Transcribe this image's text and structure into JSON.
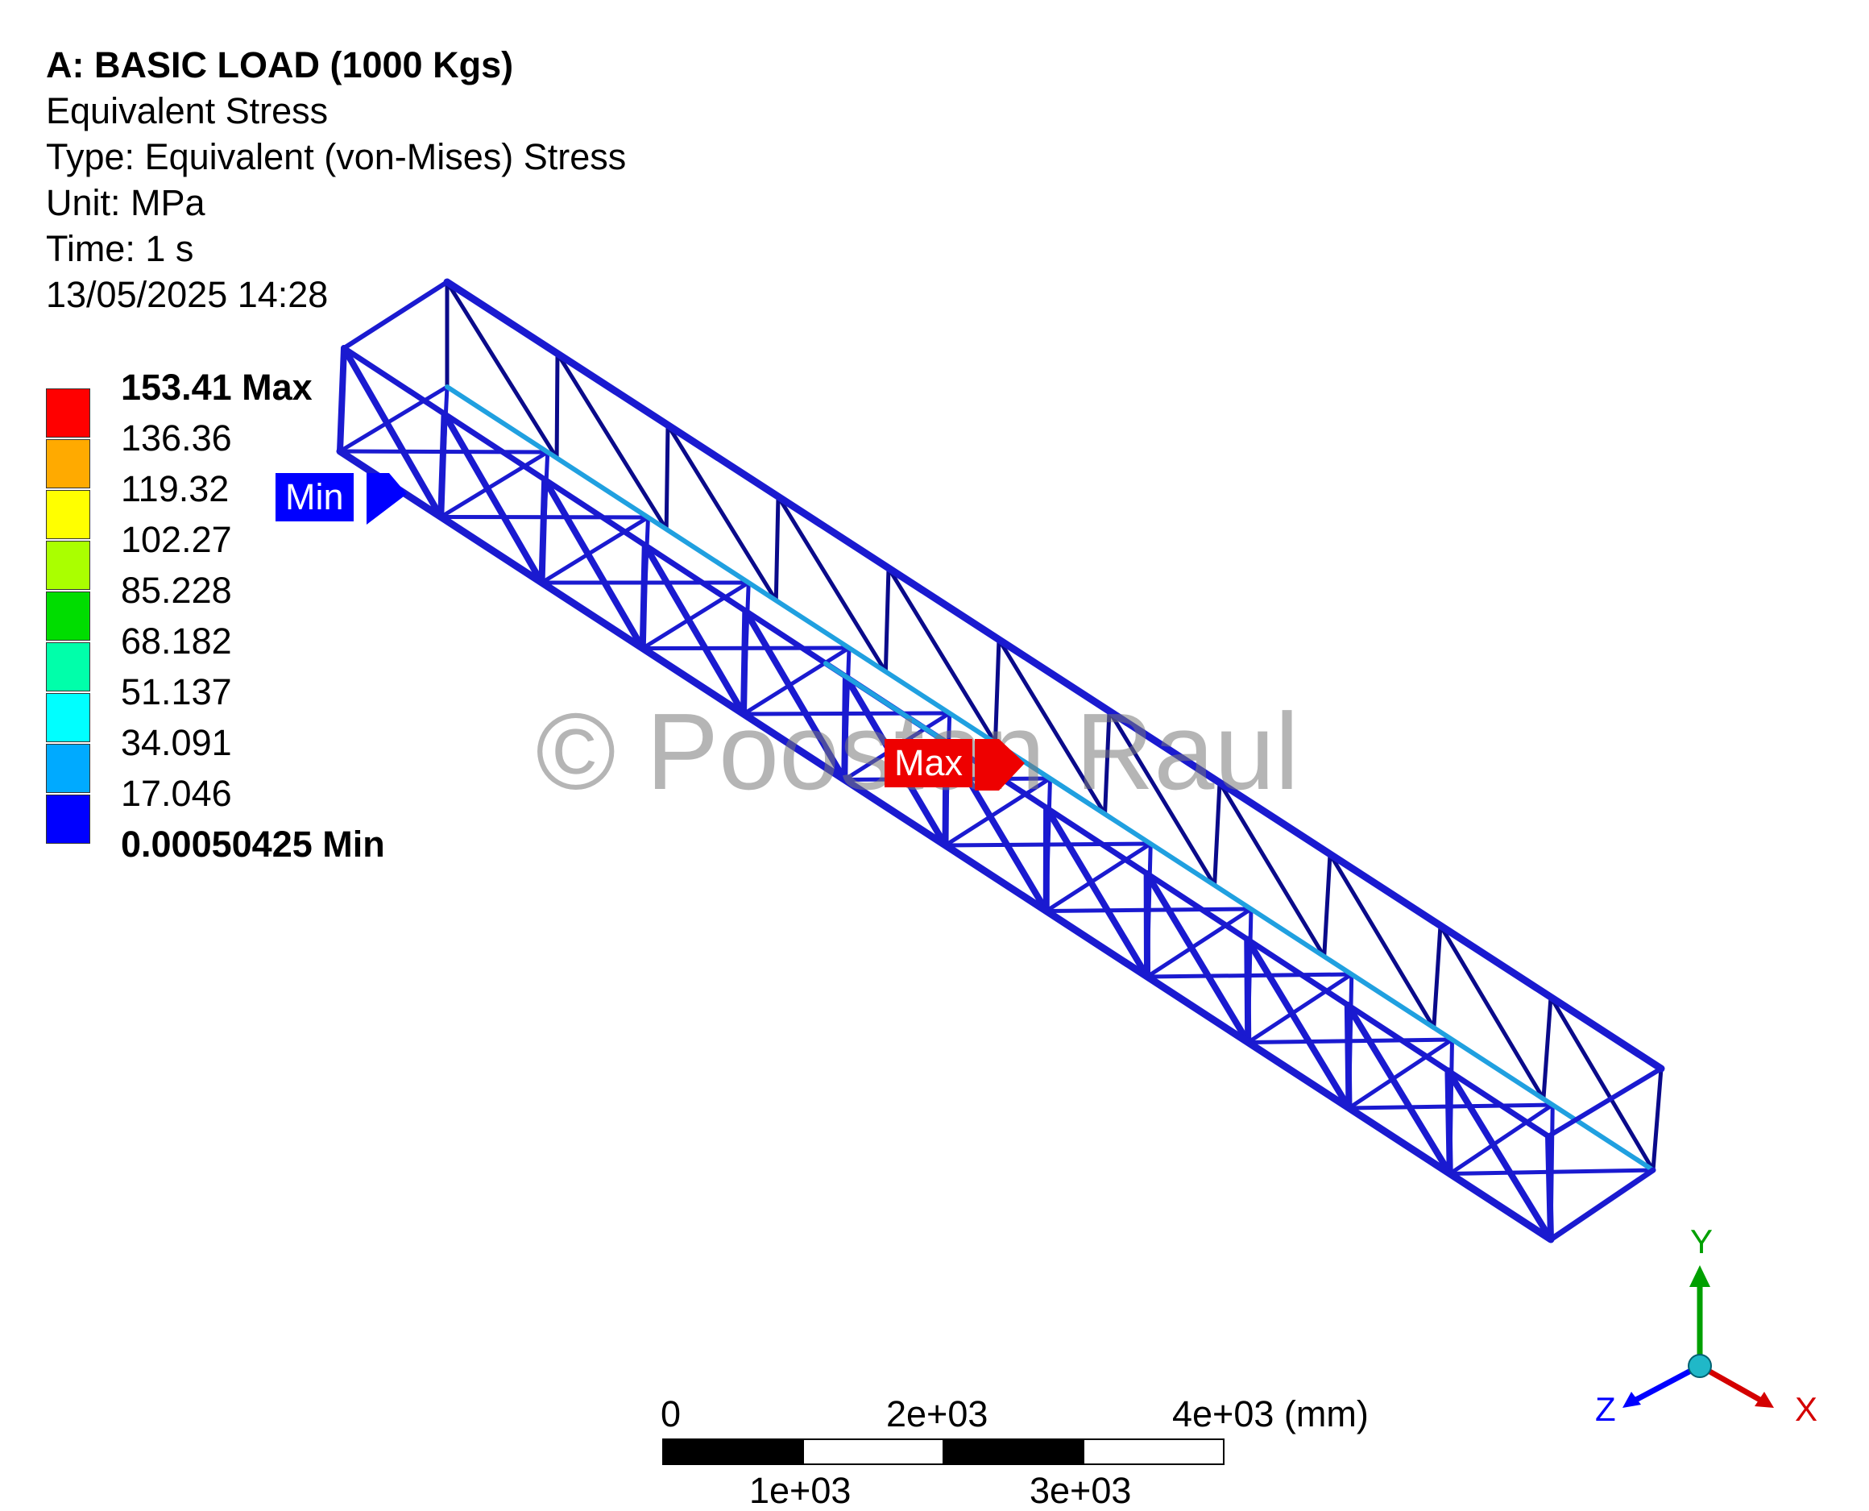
{
  "header": {
    "title": "A: BASIC LOAD (1000 Kgs)",
    "result": "Equivalent Stress",
    "type": "Type: Equivalent (von-Mises) Stress",
    "unit": "Unit: MPa",
    "time": "Time: 1 s",
    "datetime": "13/05/2025 14:28"
  },
  "legend": {
    "labels": [
      "153.41 Max",
      "136.36",
      "119.32",
      "102.27",
      "85.228",
      "68.182",
      "51.137",
      "34.091",
      "17.046",
      "0.00050425 Min"
    ],
    "colors": [
      "#ff0000",
      "#ffaa00",
      "#ffff00",
      "#aaff00",
      "#00dd00",
      "#00ffaa",
      "#00ffff",
      "#00aaff",
      "#0000ff"
    ]
  },
  "markers": {
    "min_label": "Min",
    "max_label": "Max",
    "min_color": "#0000ff",
    "max_color": "#ee0000"
  },
  "watermark": "© Poostan Raul",
  "scale_bar": {
    "top_labels": [
      "0",
      "2e+03",
      "4e+03 (mm)"
    ],
    "bottom_labels": [
      "1e+03",
      "3e+03"
    ]
  },
  "triad": {
    "x": "X",
    "y": "Y",
    "z": "Z",
    "x_color": "#d40000",
    "y_color": "#00a000",
    "z_color": "#0000ff"
  },
  "colors": {
    "member": "#1a1ad0",
    "member_dark": "#0a0a8a",
    "member_light": "#20a0e0"
  }
}
